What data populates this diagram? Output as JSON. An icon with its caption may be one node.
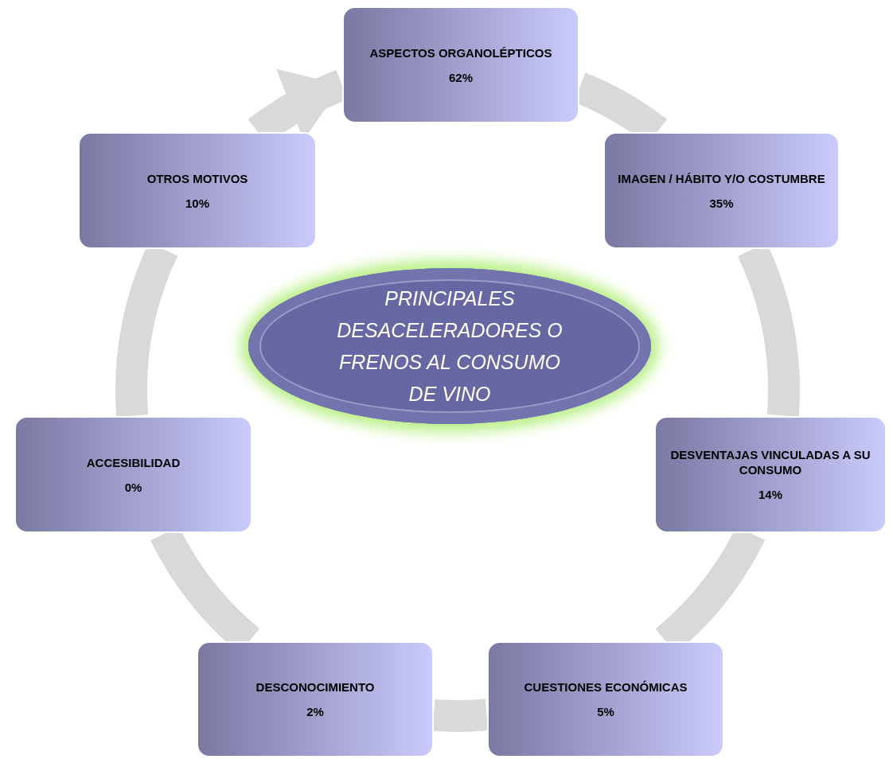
{
  "diagram": {
    "nodes": [
      {
        "text": [
          "PRINCIPALES DESACELERADORES O FRENOS AL CONSUMO DE VINO"
        ]
      },
      {
        "text": [
          "ASPECTOS ORGANOLÉPTICOS",
          "62%"
        ]
      },
      {
        "text": [
          "IMAGEN / HÁBITO Y/O COSTUMBRE",
          "35%"
        ]
      },
      {
        "text": [
          "DESVENTAJAS VINCULADAS A SU CONSUMO",
          "14%"
        ]
      },
      {
        "text": [
          "CUESTIONES ECONÓMICAS",
          "5%"
        ]
      },
      {
        "text": [
          "DESCONOCIMIENTO",
          "2%"
        ]
      },
      {
        "text": [
          "ACCESIBILIDAD",
          "0%"
        ]
      },
      {
        "text": [
          "OTROS MOTIVOS",
          "10%"
        ]
      }
    ],
    "edges": [
      {
        "from": 1,
        "to": 2,
        "arrow": "none"
      },
      {
        "from": 2,
        "to": 3,
        "arrow": "none"
      },
      {
        "from": 3,
        "to": 4,
        "arrow": "none"
      },
      {
        "from": 4,
        "to": 5,
        "arrow": "none"
      },
      {
        "from": 5,
        "to": 6,
        "arrow": "none"
      },
      {
        "from": 6,
        "to": 7,
        "arrow": "none"
      },
      {
        "from": 7,
        "to": 1,
        "arrow": "to"
      }
    ]
  }
}
